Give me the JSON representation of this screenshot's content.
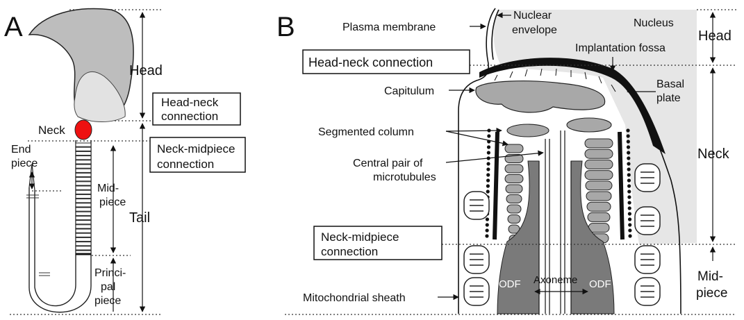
{
  "panels": {
    "a": {
      "letter": "A",
      "labels": {
        "head": "Head",
        "neck": "Neck",
        "tail": "Tail",
        "end_piece": [
          "End",
          "piece"
        ],
        "midpiece": [
          "Mid-",
          "piece"
        ],
        "principal_piece": [
          "Princi-",
          "pal",
          "piece"
        ]
      },
      "boxes": {
        "head_neck": [
          "Head-neck",
          "connection"
        ],
        "neck_midpiece": [
          "Neck-midpiece",
          "connection"
        ]
      }
    },
    "b": {
      "letter": "B",
      "labels": {
        "plasma_membrane": "Plasma membrane",
        "nuclear_envelope": [
          "Nuclear",
          "envelope"
        ],
        "nucleus": "Nucleus",
        "implantation_fossa": "Implantation fossa",
        "basal_plate": [
          "Basal",
          "plate"
        ],
        "capitulum": "Capitulum",
        "segmented_column": "Segmented column",
        "central_pair": [
          "Central pair of",
          "microtubules"
        ],
        "mitochondrial_sheath": "Mitochondrial sheath",
        "odf": "ODF",
        "axoneme": "Axoneme"
      },
      "regions": {
        "head": "Head",
        "neck": "Neck",
        "midpiece": [
          "Mid-",
          "piece"
        ]
      },
      "boxes": {
        "head_neck": "Head-neck connection",
        "neck_midpiece": [
          "Neck-midpiece",
          "connection"
        ]
      }
    }
  },
  "colors": {
    "head_fill": "#bdbdbd",
    "head_cap": "#e2e2e2",
    "neck_red": "#ee1111",
    "nucleus_fill": "#e6e6e6",
    "segment_fill": "#a8a8a8",
    "odf_fill": "#7a7a7a",
    "ink": "#111111"
  }
}
